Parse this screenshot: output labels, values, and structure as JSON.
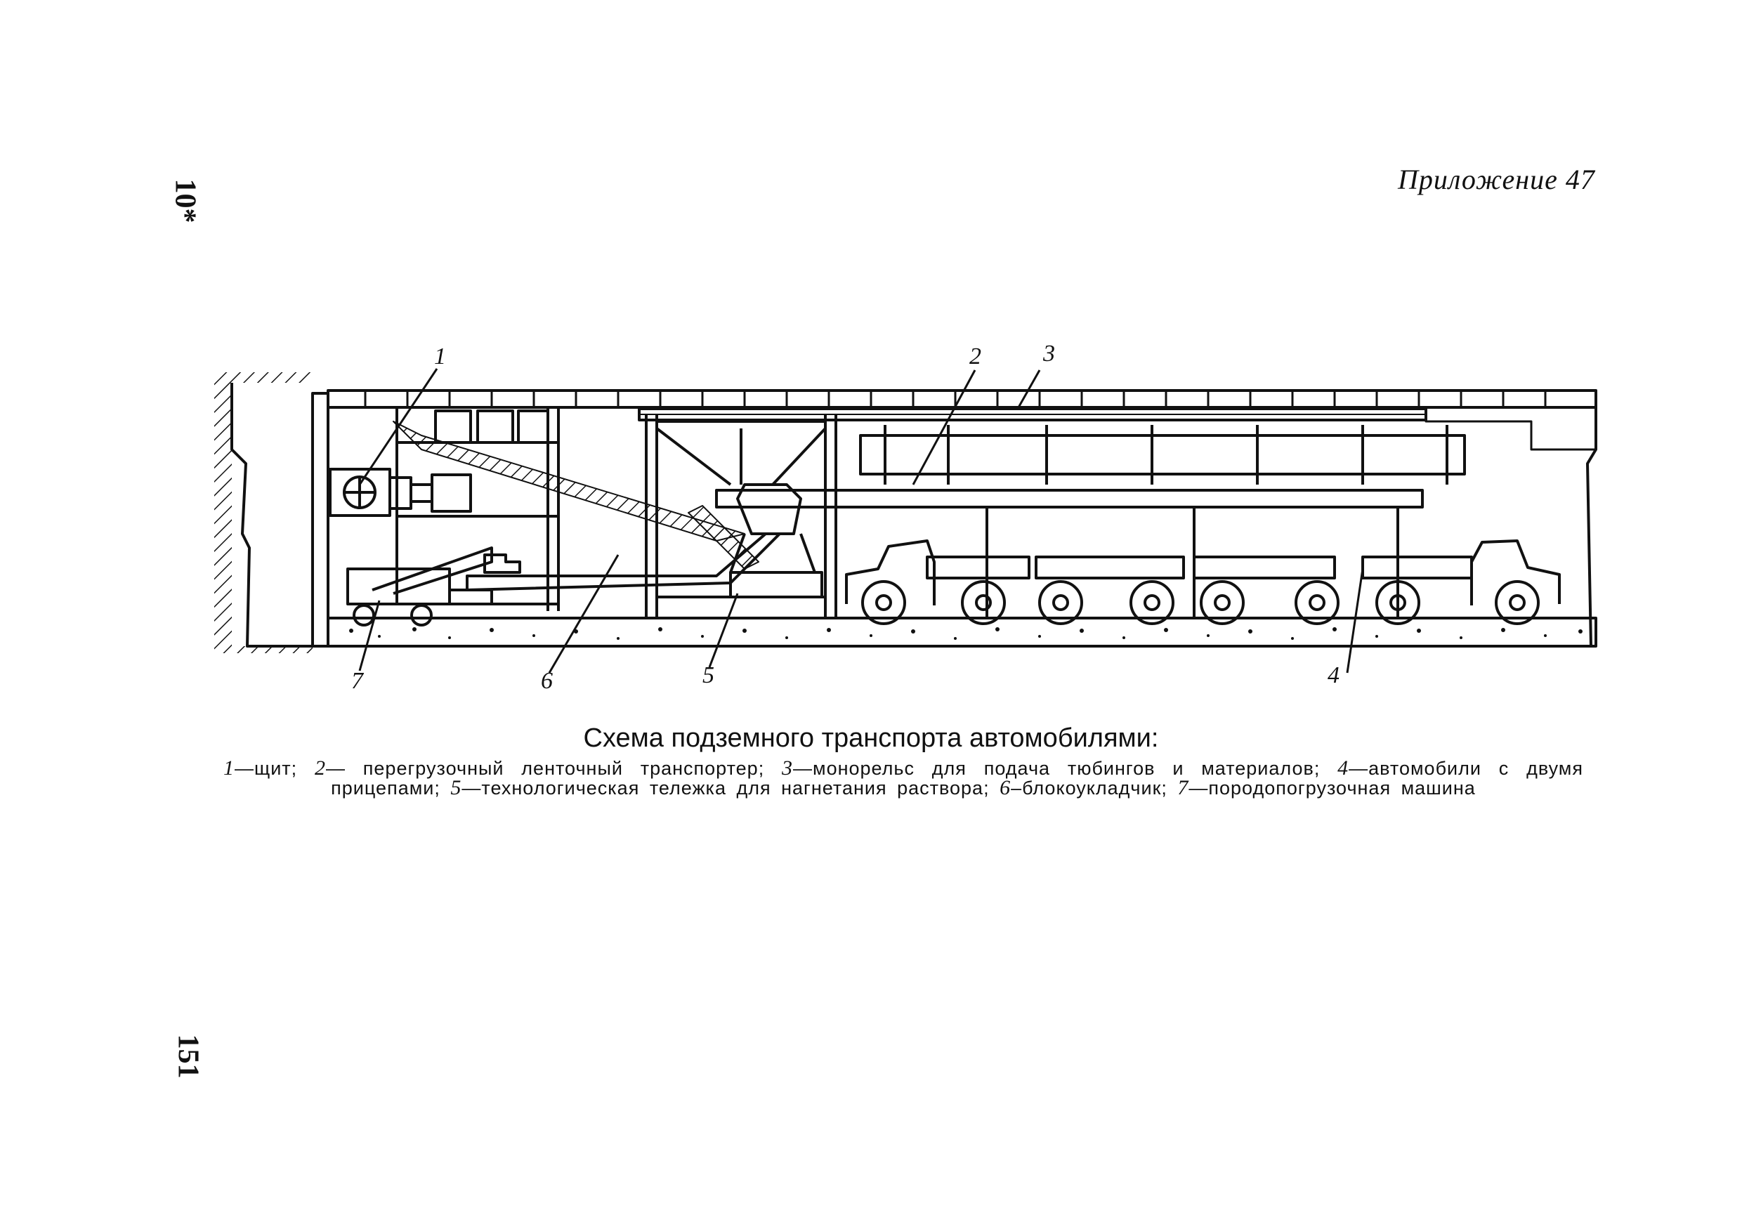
{
  "header": {
    "appendix": "Приложение 47"
  },
  "margin_marks": {
    "top": "10*",
    "bottom": "151"
  },
  "diagram": {
    "callouts": [
      "1",
      "2",
      "3",
      "4",
      "5",
      "6",
      "7"
    ]
  },
  "caption": {
    "title": "Схема подземного транспорта автомобилями:",
    "legend": [
      {
        "num": "1",
        "text": "—щит;"
      },
      {
        "num": "2",
        "text": "— перегрузочный ленточный транспортер;"
      },
      {
        "num": "3",
        "text": "—монорельс для подача тюбингов и материалов;"
      },
      {
        "num": "4",
        "text": "—автомобили с двумя прицепами;"
      },
      {
        "num": "5",
        "text": "—технологическая тележка для нагнетания раствора;"
      },
      {
        "num": "6",
        "text": "–блокоукладчик;"
      },
      {
        "num": "7",
        "text": "—породопогрузочная машина"
      }
    ]
  }
}
